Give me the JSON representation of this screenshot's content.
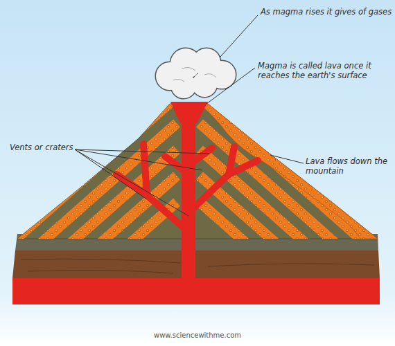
{
  "diagram": {
    "labels": [
      "As magma rises it gives of gases",
      "Magma is called lava once it reaches the earth's surface",
      "Vents or craters",
      "Lava flows down the mountain",
      "www.sciencewithme.com"
    ]
  }
}
